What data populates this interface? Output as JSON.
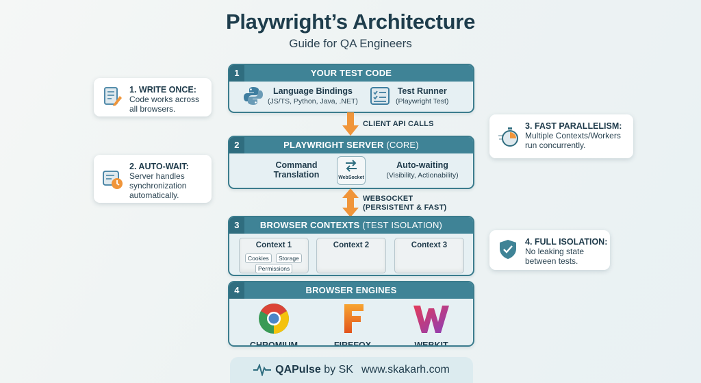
{
  "title": "Playwright’s Architecture",
  "subtitle": "Guide for QA Engineers",
  "layers": [
    {
      "num": "1",
      "title": "YOUR TEST CODE",
      "items": [
        {
          "title": "Language Bindings",
          "sub": "(JS/TS, Python, Java, .NET)",
          "icon": "python-icon"
        },
        {
          "title": "Test Runner",
          "sub": "(Playwright Test)",
          "icon": "checklist-icon"
        }
      ]
    },
    {
      "num": "2",
      "title_bold": "PLAYWRIGHT SERVER",
      "title_thin": " (CORE)",
      "left_title_1": "Command",
      "left_title_2": "Translation",
      "center_label": "WebSocket",
      "right_title": "Auto-waiting",
      "right_sub": "(Visibility, Actionability)"
    },
    {
      "num": "3",
      "title_bold": "BROWSER CONTEXTS",
      "title_thin": " (TEST ISOLATION)",
      "contexts": [
        "Context 1",
        "Context 2",
        "Context 3"
      ],
      "chips": [
        "Cookies",
        "Storage",
        "Permissions"
      ]
    },
    {
      "num": "4",
      "title": "BROWSER ENGINES",
      "engines": [
        {
          "name": "CHROMIUM",
          "icon": "chromium-logo-icon"
        },
        {
          "name": "FIREFOX",
          "icon": "firefox-logo-icon"
        },
        {
          "name": "WEBKIT",
          "icon": "webkit-logo-icon"
        }
      ]
    }
  ],
  "connectors": {
    "client_api": "CLIENT API CALLS",
    "websocket_1": "WEBSOCKET",
    "websocket_2": "(PERSISTENT & FAST)"
  },
  "callouts": [
    {
      "title": "1. WRITE ONCE:",
      "lines": [
        "Code works across",
        "all browsers."
      ],
      "icon": "document-edit-icon"
    },
    {
      "title": "2. AUTO-WAIT:",
      "lines": [
        "Server handles",
        "synchronization",
        "automatically."
      ],
      "icon": "timer-clock-icon"
    },
    {
      "title": "3. FAST PARALLELISM:",
      "lines": [
        "Multiple Contexts/Workers",
        "run concurrently."
      ],
      "icon": "stopwatch-icon"
    },
    {
      "title": "4. FULL ISOLATION:",
      "lines": [
        "No leaking state",
        "between tests."
      ],
      "icon": "shield-check-icon"
    }
  ],
  "footer": {
    "brand": "QAPulse",
    "by": " by SK",
    "site": "www.skakarh.com",
    "icon": "pulse-icon"
  },
  "colors": {
    "header": "#3f8396",
    "arrow": "#f0953a",
    "panel": "#e6f0f3",
    "text": "#1f3b4b"
  }
}
